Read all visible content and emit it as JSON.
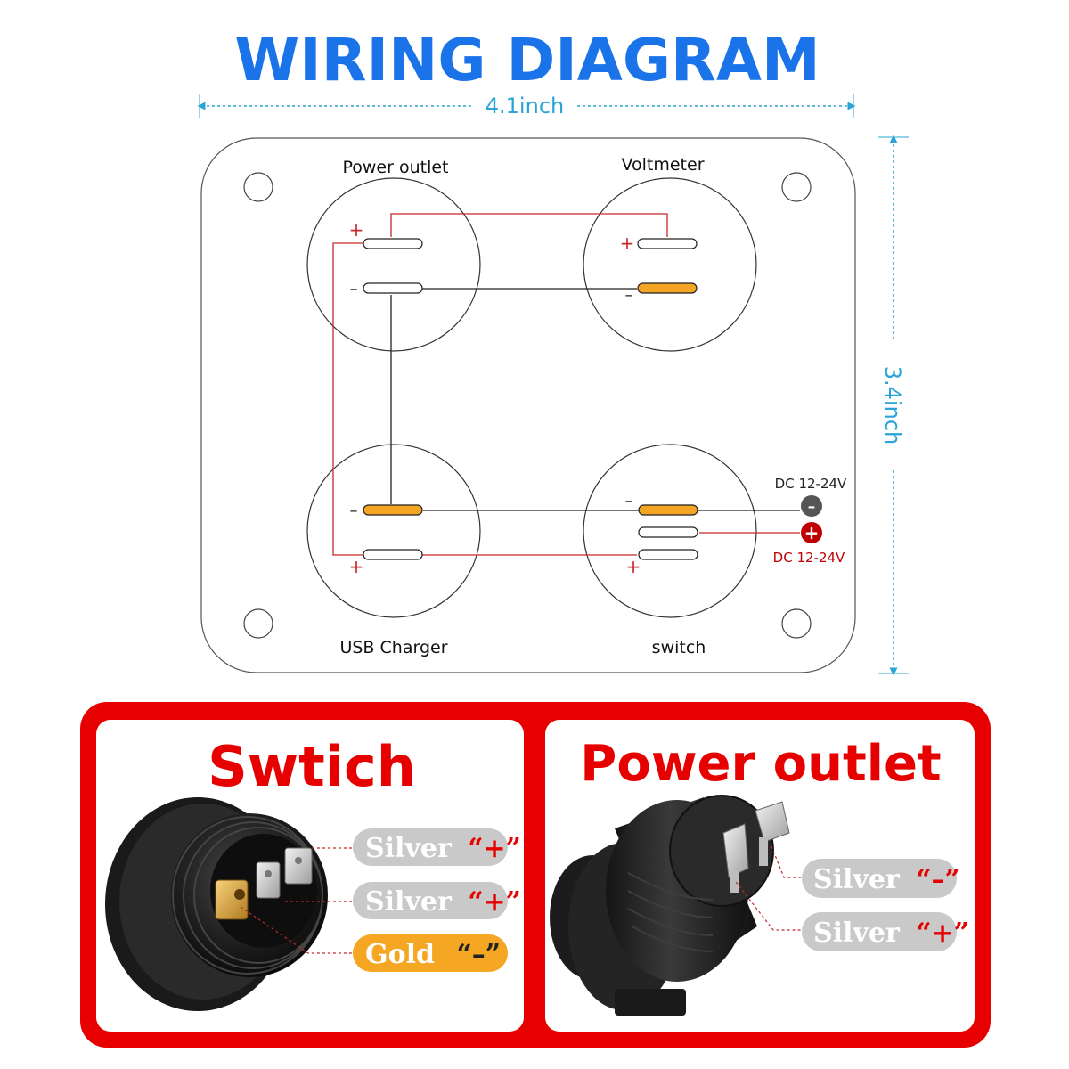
{
  "title": "WIRING DIAGRAM",
  "dimensions": {
    "width": "4.1inch",
    "height": "3.4inch"
  },
  "panel": {
    "modules": {
      "power_outlet": {
        "label": "Power outlet",
        "plus": "+",
        "minus": "–"
      },
      "voltmeter": {
        "label": "Voltmeter",
        "plus": "+",
        "minus": "–"
      },
      "usb_charger": {
        "label": "USB Charger",
        "plus": "+",
        "minus": "–"
      },
      "switch": {
        "label": "switch",
        "plus": "+",
        "minus": "–"
      }
    },
    "dc_negative": {
      "label": "DC 12-24V",
      "symbol": "–"
    },
    "dc_positive": {
      "label": "DC 12-24V",
      "symbol": "+"
    }
  },
  "cards": {
    "switch": {
      "heading": "Swtich",
      "pins": [
        {
          "name": "Silver",
          "sign": "“+”",
          "style": "silver"
        },
        {
          "name": "Silver",
          "sign": "“+”",
          "style": "silver"
        },
        {
          "name": "Gold",
          "sign": "“–”",
          "style": "gold"
        }
      ]
    },
    "power_outlet": {
      "heading": "Power outlet",
      "pins": [
        {
          "name": "Silver",
          "sign": "“–”",
          "style": "silver"
        },
        {
          "name": "Silver",
          "sign": "“+”",
          "style": "silver"
        }
      ]
    }
  },
  "colors": {
    "title_blue": "#1a73e8",
    "dimension_blue": "#2aa4d6",
    "wire_red": "#c62828",
    "wire_black": "#222222",
    "terminal_gold": "#f4a523",
    "frame_red": "#e60000",
    "pill_silver": "#c9c9c9",
    "pill_gold": "#f5a623"
  }
}
